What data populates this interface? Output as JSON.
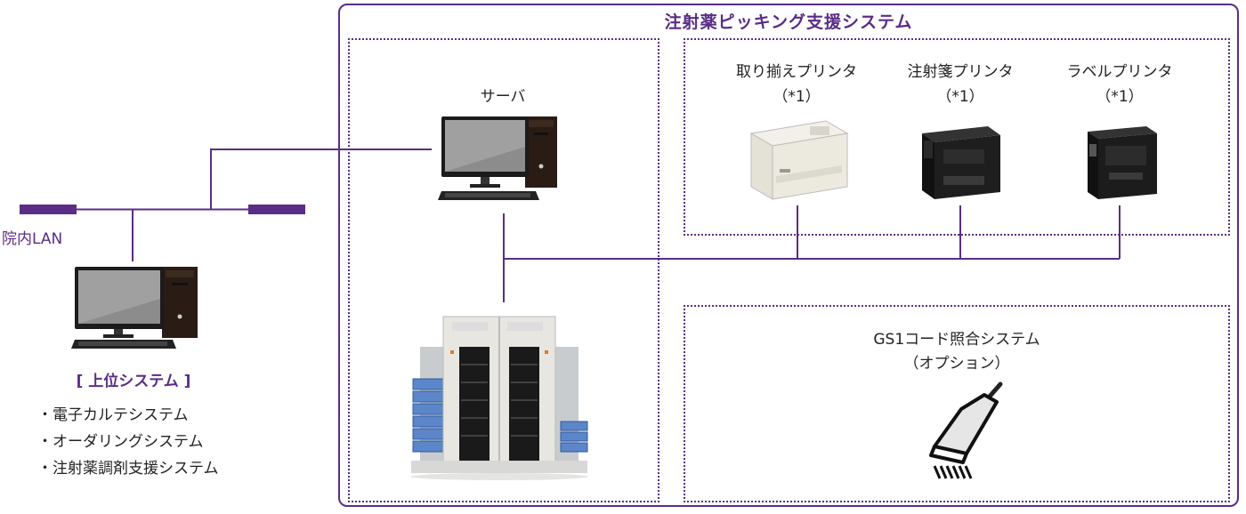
{
  "title": "注射薬ピッキング支援システム",
  "server": {
    "label": "サーバ"
  },
  "printers": [
    {
      "name": "取り揃えプリンタ",
      "note": "（*1）"
    },
    {
      "name": "注射箋プリンタ",
      "note": "（*1）"
    },
    {
      "name": "ラベルプリンタ",
      "note": "（*1）"
    }
  ],
  "gs1": {
    "name": "GS1コード照合システム",
    "note": "（オプション）"
  },
  "lan": {
    "label": "院内LAN"
  },
  "upper_system": {
    "label": "[ 上位システム ]",
    "items": [
      "・電子カルテシステム",
      "・オーダリングシステム",
      "・注射薬調剤支援システム"
    ]
  },
  "colors": {
    "accent": "#5a2d86"
  }
}
